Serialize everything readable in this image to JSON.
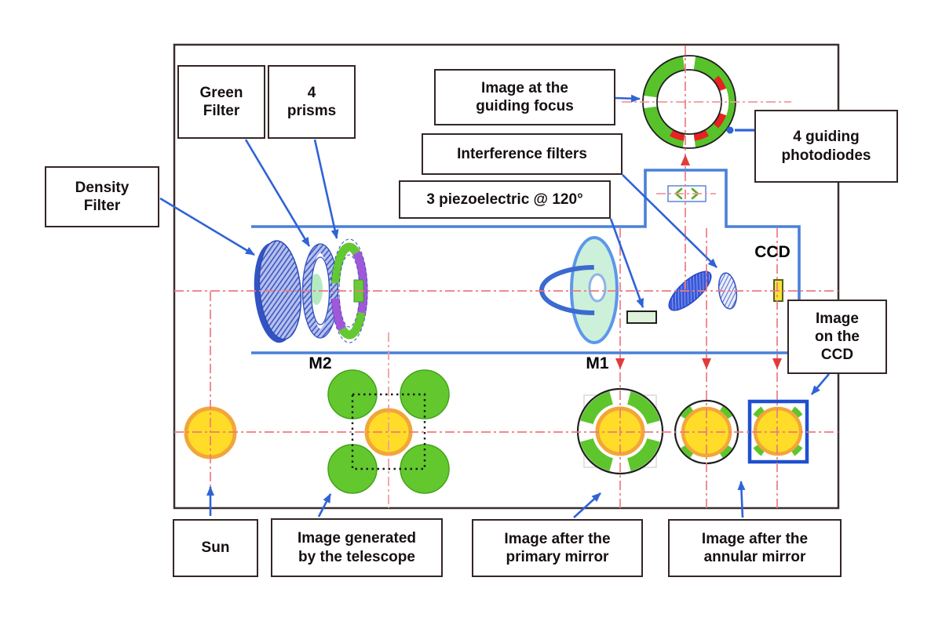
{
  "callouts": {
    "density_filter": "Density\nFilter",
    "green_filter": "Green\nFilter",
    "four_prisms": "4\nprisms",
    "guiding_focus": "Image at the\nguiding focus",
    "interference_filters": "Interference filters",
    "piezoelectric": "3 piezoelectric @ 120°",
    "guiding_photodiodes": "4 guiding\nphotodiodes",
    "image_on_ccd": "Image\non the\nCCD",
    "sun": "Sun",
    "telescope_image": "Image generated\nby the telescope",
    "primary_mirror_image": "Image after the\nprimary mirror",
    "annular_mirror_image": "Image after the\nannular mirror"
  },
  "inline_labels": {
    "m1": "M1",
    "m2": "M2",
    "ccd": "CCD"
  },
  "colors": {
    "arrow_blue": "#2f63d6",
    "tube_blue": "#4a80d8",
    "axis_red": "#ee7a7e",
    "sun_yellow": "#ffdc27",
    "sun_rim_orange": "#f2a63a",
    "mirror_green": "#5ec62c",
    "photodiode_red": "#e62222",
    "prism_purple": "#a058d8",
    "frame_dark": "#3a2e2e"
  }
}
